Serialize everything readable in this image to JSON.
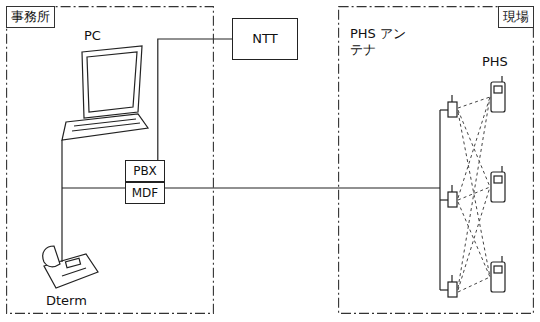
{
  "diagram": {
    "nodes": [
      {
        "text": [
          "事務所"
        ]
      },
      {
        "text": [
          "PBX"
        ],
        "in": 0
      },
      {
        "text": [
          "MDF"
        ],
        "in": 0
      },
      {
        "text": [
          "NTT"
        ]
      },
      {
        "text": [
          "現場"
        ]
      }
    ],
    "edges": [
      {
        "from": 3,
        "to": 1,
        "arrow": "none"
      }
    ],
    "labels": [
      "PC",
      "Dterm",
      "PHS アンテナ",
      "PHS"
    ]
  }
}
